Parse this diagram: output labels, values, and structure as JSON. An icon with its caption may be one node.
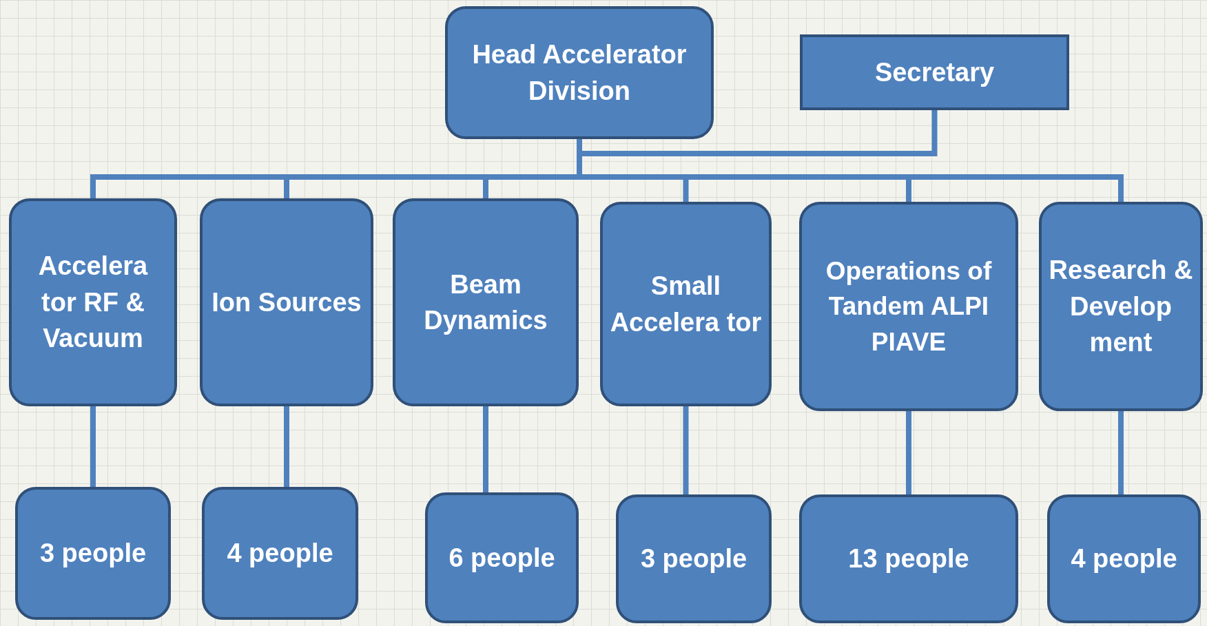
{
  "diagram": {
    "nodes": [
      {
        "text": [
          "Head Accelerator Division"
        ]
      },
      {
        "text": [
          "Secretary"
        ]
      },
      {
        "text": [
          "Accelera tor RF & Vacuum"
        ]
      },
      {
        "text": [
          "Ion Sources"
        ]
      },
      {
        "text": [
          "Beam Dynamics"
        ]
      },
      {
        "text": [
          "Small Accelera tor"
        ]
      },
      {
        "text": [
          "Operations of Tandem ALPI PIAVE"
        ]
      },
      {
        "text": [
          "Research & Develop ment"
        ]
      },
      {
        "text": [
          "3 people"
        ]
      },
      {
        "text": [
          "4 people"
        ]
      },
      {
        "text": [
          "6 people"
        ]
      },
      {
        "text": [
          "3 people"
        ]
      },
      {
        "text": [
          "13 people"
        ]
      },
      {
        "text": [
          "4 people"
        ]
      }
    ],
    "edges": [
      {
        "from": 0,
        "to": 2,
        "arrow": "none"
      },
      {
        "from": 0,
        "to": 3,
        "arrow": "none"
      },
      {
        "from": 0,
        "to": 4,
        "arrow": "none"
      },
      {
        "from": 0,
        "to": 5,
        "arrow": "none"
      },
      {
        "from": 0,
        "to": 6,
        "arrow": "none"
      },
      {
        "from": 0,
        "to": 7,
        "arrow": "none"
      },
      {
        "from": 1,
        "to": 0,
        "arrow": "none"
      },
      {
        "from": 2,
        "to": 8,
        "arrow": "none"
      },
      {
        "from": 3,
        "to": 9,
        "arrow": "none"
      },
      {
        "from": 4,
        "to": 10,
        "arrow": "none"
      },
      {
        "from": 5,
        "to": 11,
        "arrow": "none"
      },
      {
        "from": 6,
        "to": 12,
        "arrow": "none"
      },
      {
        "from": 7,
        "to": 13,
        "arrow": "none"
      }
    ]
  }
}
